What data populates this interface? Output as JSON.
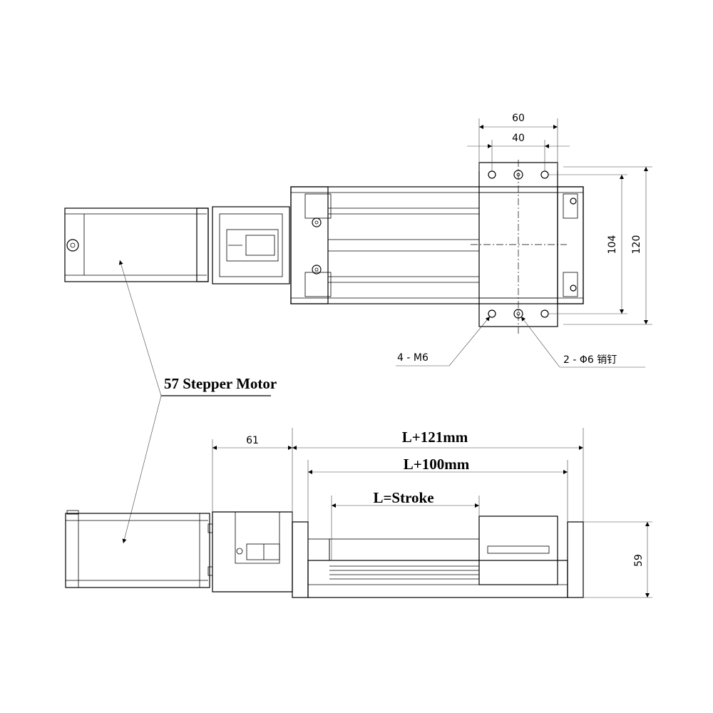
{
  "labels": {
    "motor": "57 Stepper Motor",
    "screw": "4 - M6",
    "pin": "2 - Φ6 销钉",
    "dim_60": "60",
    "dim_40": "40",
    "dim_104": "104",
    "dim_120": "120",
    "dim_61": "61",
    "dim_l121": "L+121mm",
    "dim_l100": "L+100mm",
    "dim_stroke": "L=Stroke",
    "dim_59": "59"
  }
}
